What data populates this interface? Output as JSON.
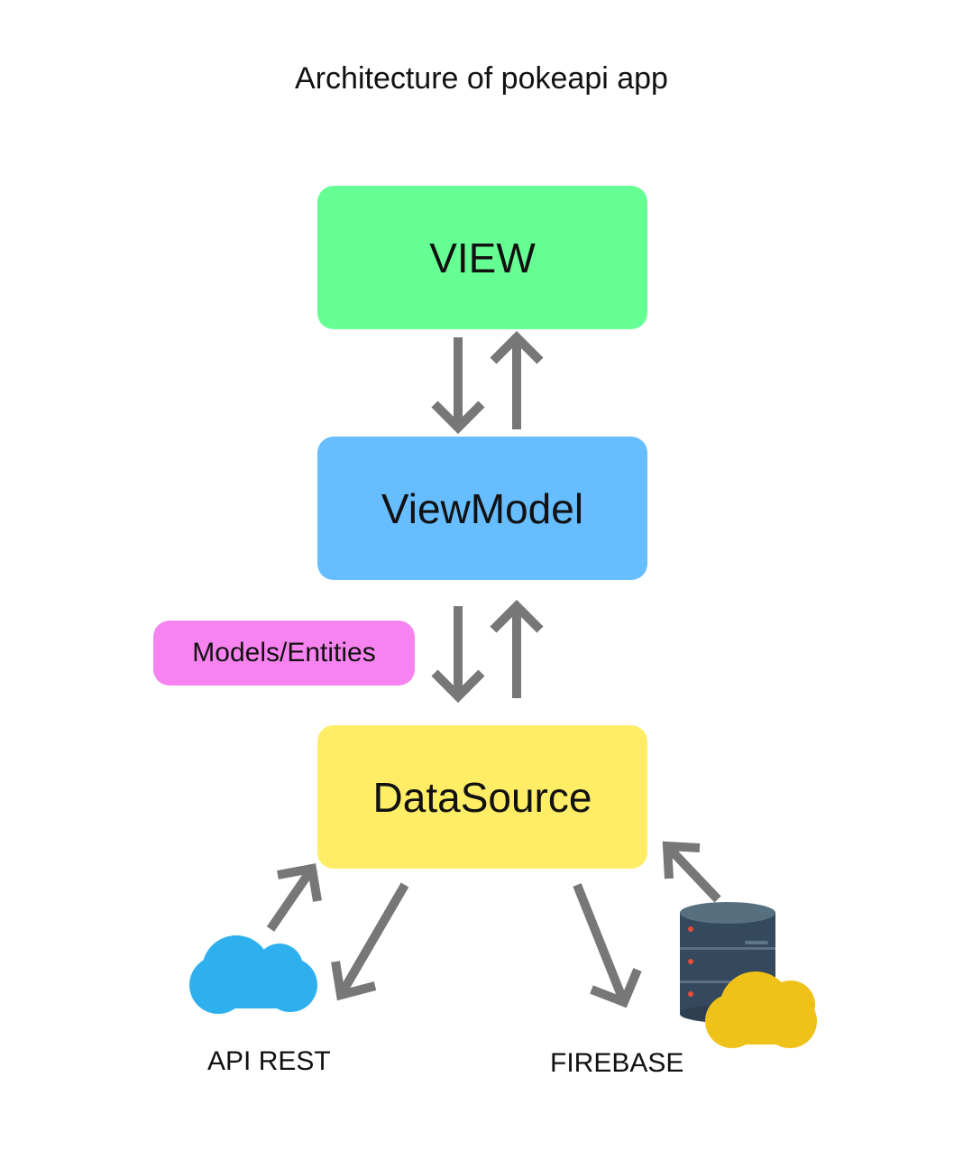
{
  "title": "Architecture of pokeapi app",
  "nodes": {
    "view": "VIEW",
    "viewmodel": "ViewModel",
    "datasource": "DataSource",
    "models": "Models/Entities"
  },
  "sources": {
    "api": "API REST",
    "firebase": "FIREBASE"
  },
  "icons": {
    "api_cloud": "cloud-icon",
    "firebase_db": "database-icon",
    "firebase_cloud": "cloud-icon"
  },
  "colors": {
    "view": "#66ff94",
    "viewmodel": "#66bdff",
    "datasource": "#ffed66",
    "models": "#f783f0",
    "arrow": "#777777",
    "api_cloud": "#2fb0ee",
    "firebase_cloud": "#efc21a",
    "database": "#3a4d5c"
  }
}
